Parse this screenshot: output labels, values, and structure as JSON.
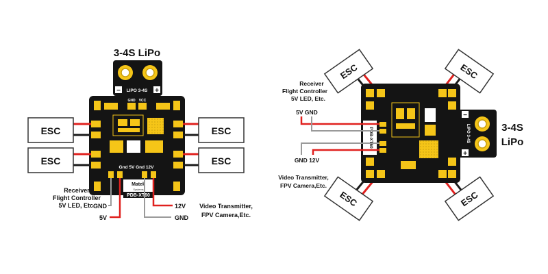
{
  "left": {
    "battery_title": "3-4S LiPo",
    "lipo_label": "LIPO 3-4S",
    "minus": "−",
    "plus": "+",
    "esc_label": "ESC",
    "pin_gnd_top": "GND",
    "pin_vcc_top": "VCC",
    "pin_row": "Gnd 5V Gnd 12V",
    "brand": "Matek",
    "brand_sub": "Systems",
    "model": "PDB-XT60",
    "rx_title": "Receiver",
    "rx_line2": "Flight Controller",
    "rx_line3": "5V LED, Etc.",
    "gnd_left": "GND",
    "v5_left": "5V",
    "v12_right": "12V",
    "gnd_right": "GND",
    "vtx_title": "Video Transmitter,",
    "vtx_line2": "FPV Camera,Etc."
  },
  "right": {
    "battery_line1": "3-4S",
    "battery_line2": "LiPo",
    "lipo_label": "LIPO 3-4S",
    "minus": "−",
    "plus": "+",
    "esc_label": "ESC",
    "rx_title": "Receiver",
    "rx_line2": "Flight Controller",
    "rx_line3": "5V LED, Etc.",
    "v5_gnd": "5V GND",
    "gnd_12v": "GND 12V",
    "vtx_title": "Video Transmitter,",
    "vtx_line2": "FPV Camera,Etc.",
    "model": "PDB-XT60"
  },
  "colors": {
    "board": "#141414",
    "pad": "#f5c518",
    "wire_red": "#e0201e",
    "wire_black": "#1a1a1a",
    "wire_grey": "#9a9a9a",
    "esc_fill": "#ffffff",
    "esc_stroke": "#333333"
  }
}
